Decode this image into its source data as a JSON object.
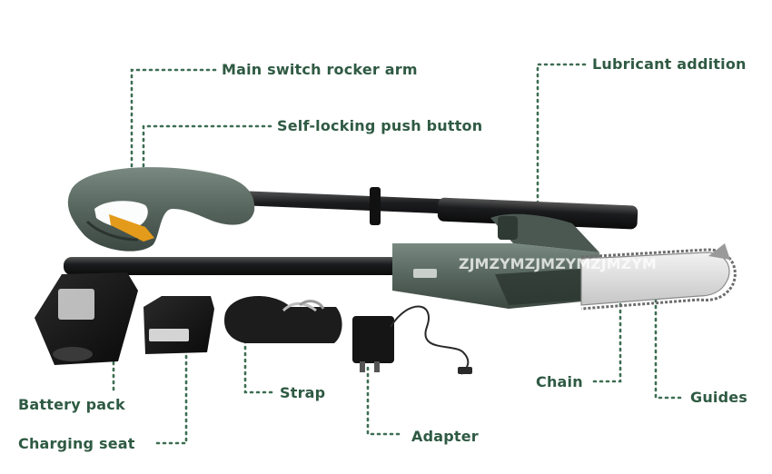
{
  "labels": {
    "main_switch": "Main switch rocker arm",
    "self_locking": "Self-locking push button",
    "lubricant": "Lubricant addition",
    "battery_pack": "Battery pack",
    "charging_seat": "Charging seat",
    "strap": "Strap",
    "adapter": "Adapter",
    "chain": "Chain",
    "guides": "Guides"
  },
  "watermark": "ZJMZYMZJMZYMZJMZYM",
  "colors": {
    "label_text": "#2f5a43",
    "leader_dots": "#3e6e52",
    "tool_body": "#56655d",
    "pole": "#1b1c1e",
    "trigger": "#e49a1a",
    "blade": "#dcdcdc"
  },
  "icons": [
    "chainsaw-illustration",
    "battery-pack-image",
    "charger-image",
    "strap-image",
    "adapter-image"
  ]
}
